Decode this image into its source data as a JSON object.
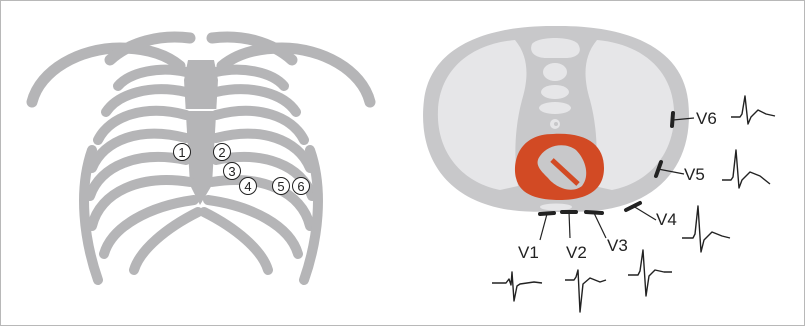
{
  "chest_positions": [
    "1",
    "2",
    "3",
    "4",
    "5",
    "6"
  ],
  "leads": [
    "V1",
    "V2",
    "V3",
    "V4",
    "V5",
    "V6"
  ],
  "colors": {
    "bone": "#b5b5b7",
    "thorax_fill": "#c8c8ca",
    "lung_fill": "#e6e6e8",
    "heart": "#d24a24",
    "ink": "#222222"
  }
}
